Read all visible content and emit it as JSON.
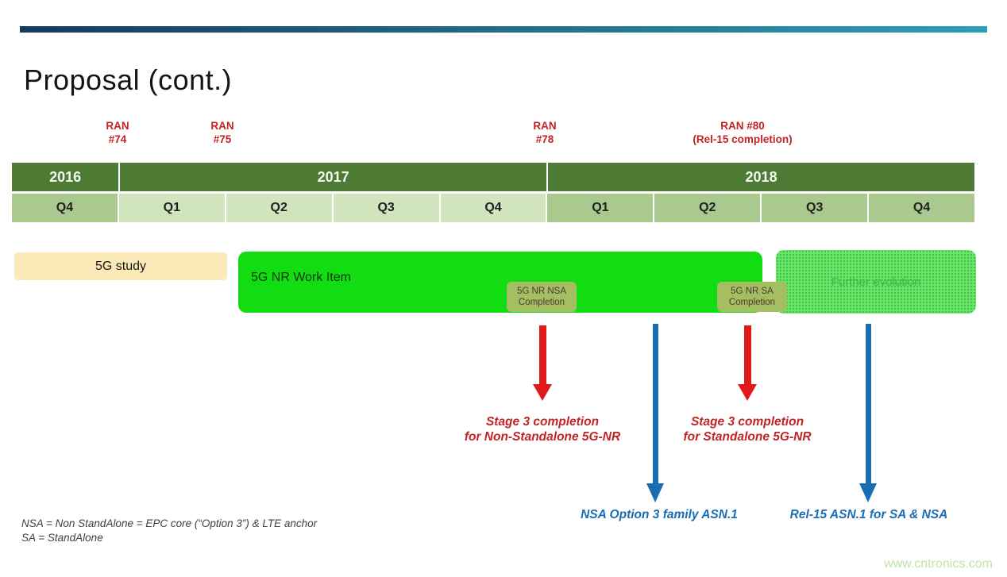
{
  "colors": {
    "top_bar_left": "#16395f",
    "top_bar_right": "#2d9fb4",
    "year_row_bg": "#4e7b33",
    "quarter_2016_bg": "#a9c98e",
    "quarter_2017_bg": "#d0e4be",
    "quarter_2018_bg": "#a9c98e",
    "study_bar_bg": "#fbe9b7",
    "work_item_bg": "#12dd12",
    "evolution_bg": "#6fe46f",
    "milestone_chip_bg": "#a3bf62",
    "red_arrow": "#e01a1a",
    "red_text": "#c22323",
    "blue_accent": "#1b6db3",
    "watermark_color": "#c2e2a9"
  },
  "title": "Proposal (cont.)",
  "ran_milestones": [
    {
      "line1": "RAN",
      "line2": "#74"
    },
    {
      "line1": "RAN",
      "line2": "#75"
    },
    {
      "line1": "RAN",
      "line2": "#78"
    },
    {
      "line1": "RAN #80",
      "line2": "(Rel-15 completion)"
    }
  ],
  "timeline": {
    "years": [
      "2016",
      "2017",
      "2018"
    ],
    "quarters": [
      "Q4",
      "Q1",
      "Q2",
      "Q3",
      "Q4",
      "Q1",
      "Q2",
      "Q3",
      "Q4"
    ]
  },
  "bars": {
    "study": "5G study",
    "work_item": "5G NR Work Item",
    "evolution": "Further evolution",
    "nsa_chip": {
      "line1": "5G NR NSA",
      "line2": "Completion"
    },
    "sa_chip": {
      "line1": "5G NR SA",
      "line2": "Completion"
    }
  },
  "annotations": {
    "nsa_stage3": {
      "line1": "Stage 3 completion",
      "line2": "for Non-Standalone 5G-NR"
    },
    "sa_stage3": {
      "line1": "Stage 3 completion",
      "line2": "for Standalone 5G-NR"
    },
    "nsa_asn1": "NSA Option 3  family ASN.1",
    "sa_asn1": "Rel-15 ASN.1 for SA & NSA"
  },
  "footnotes": {
    "line1": "NSA = Non StandAlone = EPC core (“Option 3”) & LTE anchor",
    "line2": "SA = StandAlone"
  },
  "watermark": "www.cntronics.com"
}
